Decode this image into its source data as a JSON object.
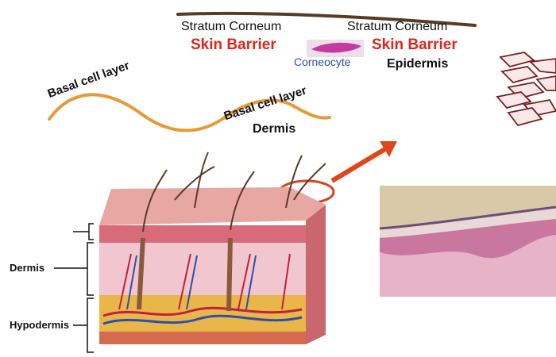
{
  "top": {
    "stratum_left": "Stratum Corneum",
    "stratum_right": "Stratum Corneum",
    "barrier_left": "Skin Barrier",
    "barrier_right": "Skin Barrier",
    "corneocyte": "Corneocyte",
    "epidermis": "Epidermis"
  },
  "middle": {
    "basal_left": "Basal cell layer",
    "basal_right": "Basal cell layer",
    "dermis": "Dermis"
  },
  "side_labels": {
    "dermis": "Dermis",
    "hypodermis": "Hypodermis"
  },
  "colors": {
    "stratum_line": "#5a3b24",
    "basal_line": "#e69a37",
    "barrier_text": "#e0251b",
    "corneocyte_text": "#2a4fb5",
    "arrow": "#e0451b",
    "corneocyte_fill": "#c43aa0"
  }
}
